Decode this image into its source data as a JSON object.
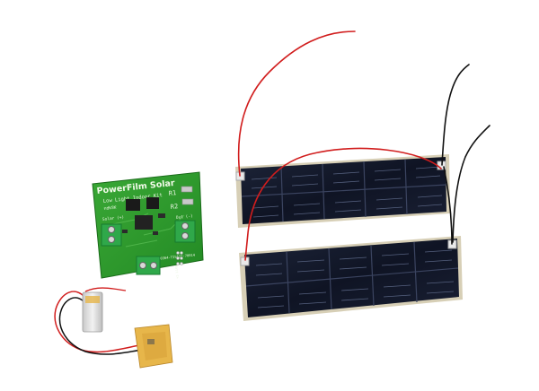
{
  "board": {
    "brand": "PowerFilm Solar",
    "subtitle": "Low Light Indoor Kit",
    "code": "ndkSK",
    "label_r1": "R1",
    "label_r2": "R2",
    "label_solar_pos": "Solar (+)",
    "label_out": "Out (-)",
    "label_batt": "Batt C+",
    "part_number": "PM0364-TI5522-70014"
  },
  "colors": {
    "pcb": "#2f9a2a",
    "pcb_dark": "#1f7a1f",
    "terminal": "#2fa84a",
    "solar_cell": "#12182a",
    "solar_frame": "#d9d2b8",
    "wire_red": "#d11d1d",
    "wire_black": "#111111",
    "battery": "#d9d9d9",
    "kapton": "#e7b64a"
  }
}
